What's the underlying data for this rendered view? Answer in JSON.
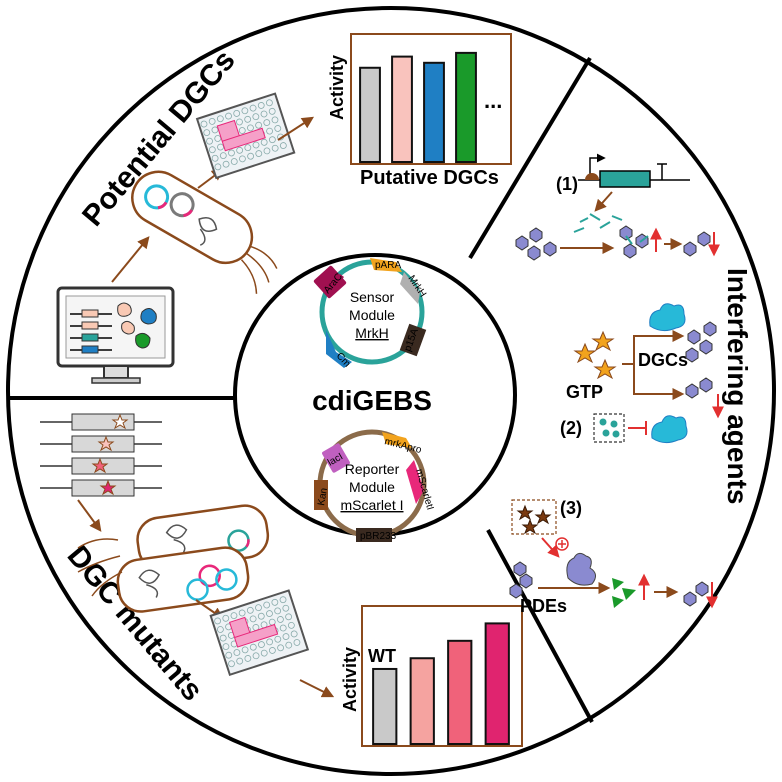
{
  "sections": {
    "potential": {
      "title": "Potential DGCs",
      "chart_ylabel": "Activity",
      "chart_xlabel": "Putative DGCs",
      "chart_more": "..."
    },
    "mutants": {
      "title": "DGC mutants",
      "chart_ylabel": "Activity",
      "wt_label": "WT"
    },
    "interfering": {
      "title": "Interfering agents",
      "step1": "(1)",
      "step2": "(2)",
      "step3": "(3)",
      "gtp": "GTP",
      "dgcs": "DGCs",
      "pdes": "PDEs"
    }
  },
  "center": {
    "system_name": "cdiGEBS",
    "sensor": {
      "line1": "Sensor",
      "line2": "Module",
      "line3": "MrkH",
      "parts": [
        "AraC",
        "pARA",
        "MrkH",
        "p15A",
        "Cm"
      ]
    },
    "reporter": {
      "line1": "Reporter",
      "line2": "Module",
      "line3": "mScarlet I",
      "parts": [
        "lacI",
        "mrkApro",
        "mScarletI",
        "pBR233",
        "Kan"
      ]
    }
  },
  "colors": {
    "outline": "#1a1a1a",
    "brown": "#8b4a1c",
    "teal": "#2aa39a",
    "blue": "#1f7fc4",
    "green": "#1a9a2a",
    "pink": "#e8287a",
    "red": "#e23030",
    "cyan": "#27b9d8",
    "lavender": "#8a8ad0",
    "gold": "#f2a31d"
  },
  "chart_data": [
    {
      "type": "bar",
      "title": "",
      "xlabel": "Putative DGCs",
      "ylabel": "Activity",
      "categories": [
        "",
        "",
        "",
        ""
      ],
      "values": [
        0.76,
        0.85,
        0.8,
        0.88
      ],
      "colors": [
        "#c9c9c9",
        "#f9c3bd",
        "#1f7fc4",
        "#1a9a2a"
      ],
      "ylim": [
        0,
        1
      ]
    },
    {
      "type": "bar",
      "title": "",
      "xlabel": "",
      "ylabel": "Activity",
      "categories": [
        "WT",
        "",
        "",
        ""
      ],
      "values": [
        0.56,
        0.64,
        0.77,
        0.9
      ],
      "colors": [
        "#c9c9c9",
        "#f5a3a0",
        "#f0627a",
        "#e0246f"
      ],
      "ylim": [
        0,
        1
      ]
    }
  ]
}
